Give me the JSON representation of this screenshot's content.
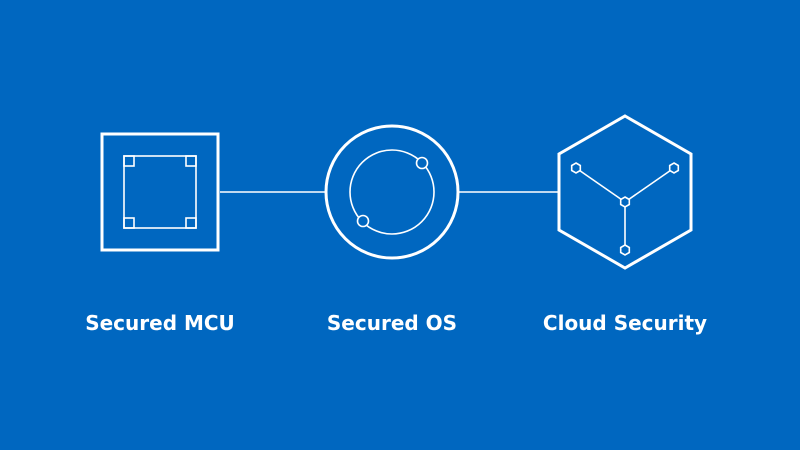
{
  "colors": {
    "background": "#0067C0",
    "stroke": "#FFFFFF",
    "text": "#FFFFFF"
  },
  "nodes": [
    {
      "id": "mcu",
      "icon": "chip-icon",
      "label": "Secured MCU"
    },
    {
      "id": "os",
      "icon": "os-ring-icon",
      "label": "Secured OS"
    },
    {
      "id": "cloud",
      "icon": "cloud-hexagon-icon",
      "label": "Cloud Security"
    }
  ]
}
